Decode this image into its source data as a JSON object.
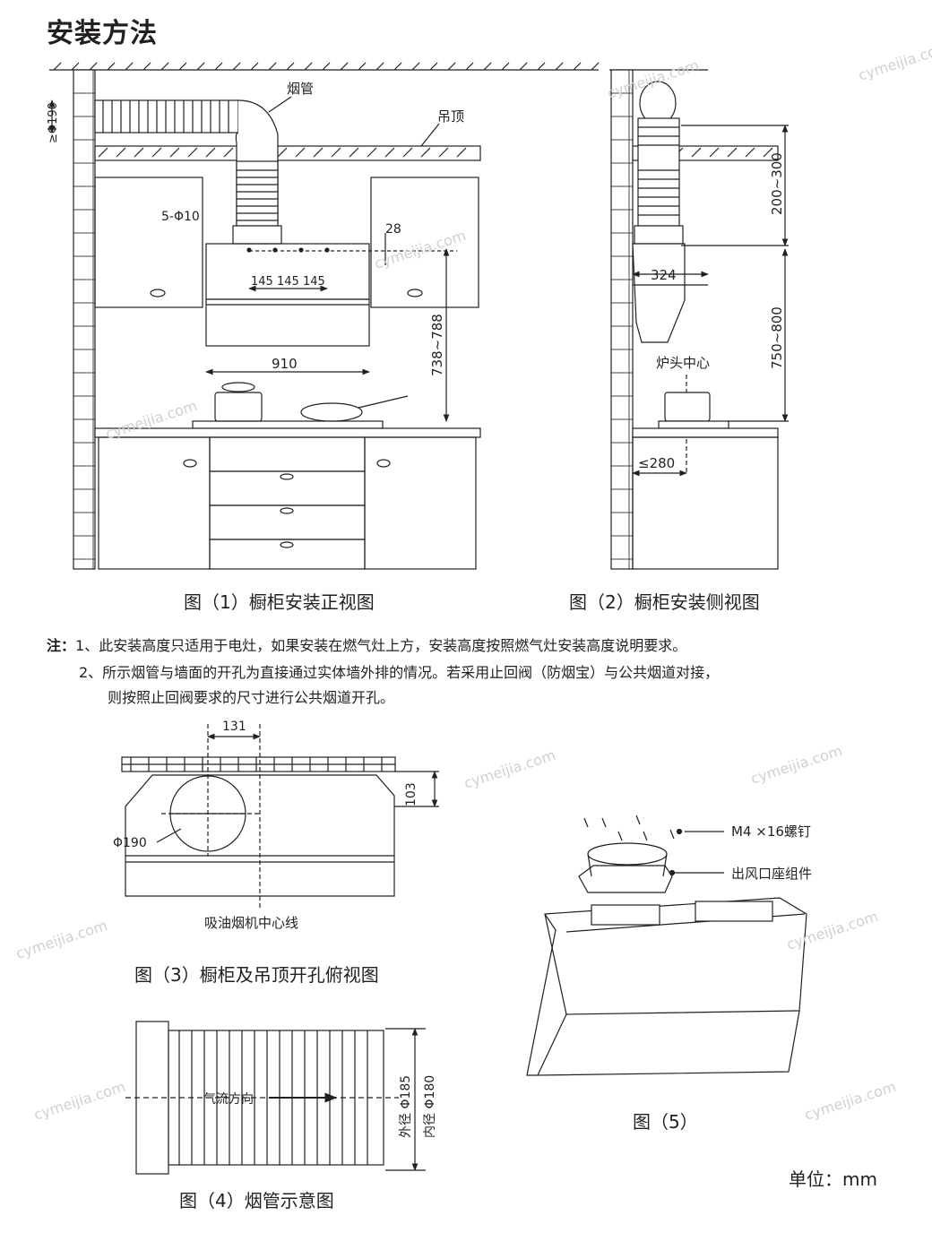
{
  "title": "安装方法",
  "fig1": {
    "caption": "图（1）橱柜安装正视图",
    "labels": {
      "duct": "烟管",
      "ceiling": "吊顶",
      "diameter": "≥Φ190",
      "holes": "5-Φ10",
      "offset": "28",
      "pitch": "145",
      "width": "910",
      "height": "738~788"
    }
  },
  "fig2": {
    "caption": "图（2）橱柜安装侧视图",
    "labels": {
      "upper": "200~300",
      "lower": "750~800",
      "depth": "324",
      "burner": "炉头中心",
      "dist": "≤280"
    }
  },
  "notes": {
    "prefix": "注：",
    "line1": "1、此安装高度只适用于电灶，如果安装在燃气灶上方，安装高度按照燃气灶安装高度说明要求。",
    "line2": "2、所示烟管与墙面的开孔为直接通过实体墙外排的情况。若采用止回阀（防烟宝）与公共烟道对接，",
    "line3": "则按照止回阀要求的尺寸进行公共烟道开孔。"
  },
  "fig3": {
    "caption": "图（3）橱柜及吊顶开孔俯视图",
    "labels": {
      "offset": "131",
      "depth": "103",
      "diameter": "Φ190",
      "center": "吸油烟机中心线"
    }
  },
  "fig4": {
    "caption": "图（4）烟管示意图",
    "labels": {
      "flow": "气流方向",
      "outer": "外径 Φ185",
      "inner": "内径 Φ180"
    }
  },
  "fig5": {
    "caption": "图（5）",
    "labels": {
      "screw": "M4 ×16螺钉",
      "outlet": "出风口座组件"
    }
  },
  "unit": "单位：mm",
  "watermark": "cymeijia.com"
}
